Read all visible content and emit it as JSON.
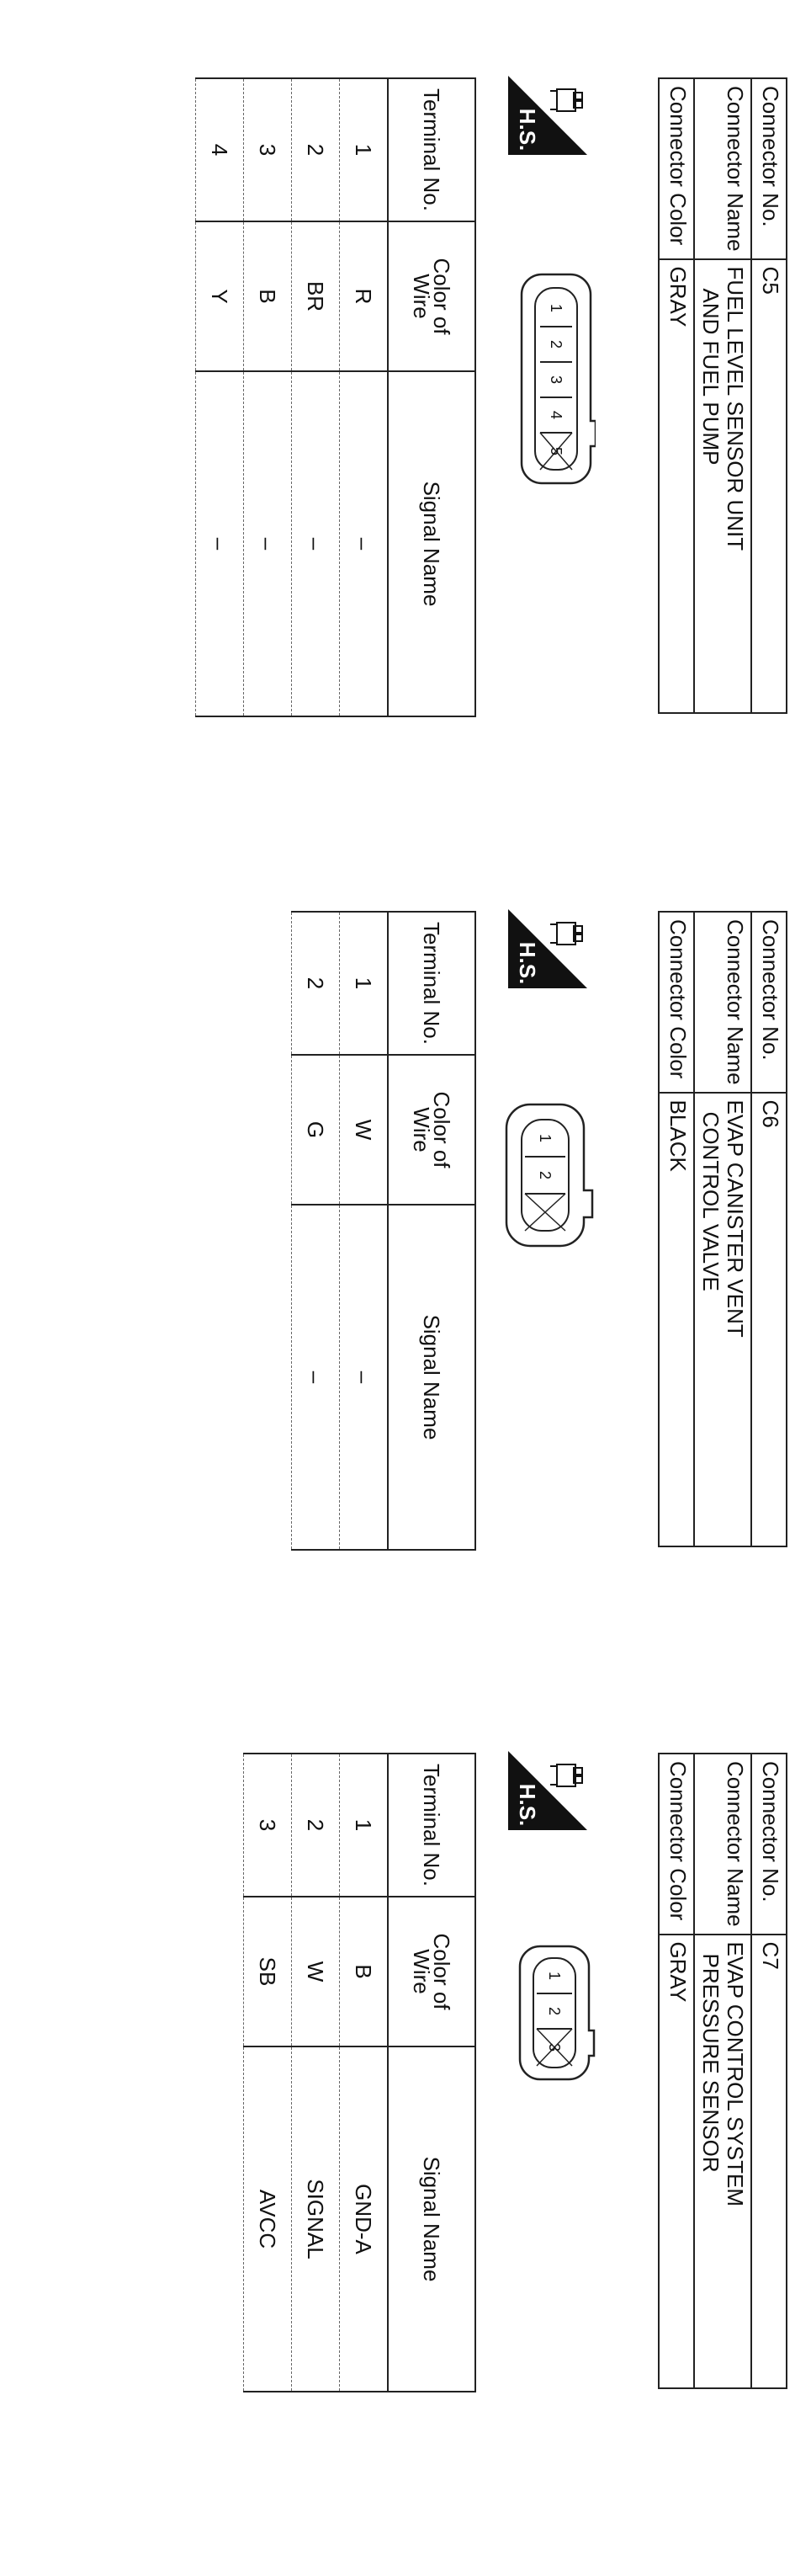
{
  "labels": {
    "connector_no": "Connector No.",
    "connector_name": "Connector Name",
    "connector_color": "Connector Color",
    "terminal_no": "Terminal No.",
    "color_of_wire_1": "Color of",
    "color_of_wire_2": "Wire",
    "signal_name": "Signal Name",
    "hs_badge": "H.S."
  },
  "connectors": [
    {
      "number": "C5",
      "name_line1": "FUEL LEVEL SENSOR UNIT",
      "name_line2": "AND FUEL PUMP",
      "color": "GRAY",
      "cavities": [
        "1",
        "2",
        "3",
        "4",
        "5"
      ],
      "terminals": [
        {
          "no": "1",
          "wire": "R",
          "signal": "–"
        },
        {
          "no": "2",
          "wire": "BR",
          "signal": "–"
        },
        {
          "no": "3",
          "wire": "B",
          "signal": "–"
        },
        {
          "no": "4",
          "wire": "Y",
          "signal": "–"
        }
      ]
    },
    {
      "number": "C6",
      "name_line1": "EVAP CANISTER VENT",
      "name_line2": "CONTROL VALVE",
      "color": "BLACK",
      "cavities": [
        "1",
        "2"
      ],
      "terminals": [
        {
          "no": "1",
          "wire": "W",
          "signal": "–"
        },
        {
          "no": "2",
          "wire": "G",
          "signal": "–"
        }
      ]
    },
    {
      "number": "C7",
      "name_line1": "EVAP CONTROL SYSTEM",
      "name_line2": "PRESSURE SENSOR",
      "color": "GRAY",
      "cavities": [
        "1",
        "2",
        "3"
      ],
      "terminals": [
        {
          "no": "1",
          "wire": "B",
          "signal": "GND-A"
        },
        {
          "no": "2",
          "wire": "W",
          "signal": "SIGNAL"
        },
        {
          "no": "3",
          "wire": "SB",
          "signal": "AVCC"
        }
      ]
    }
  ]
}
